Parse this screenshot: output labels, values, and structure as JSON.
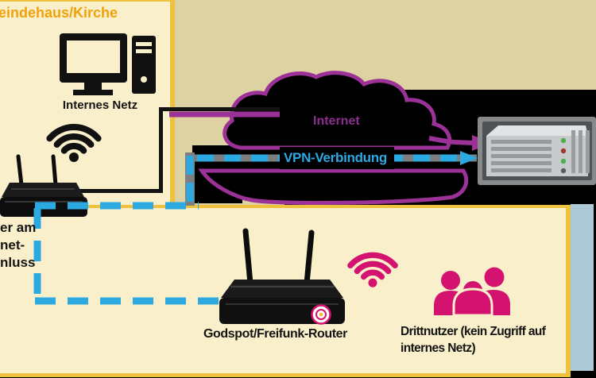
{
  "diagram": {
    "church_panel": {
      "title": "eindehaus/Kirche",
      "computer_label": "Internes Netz",
      "router_label_line1": "er am",
      "router_label_line2": "net-",
      "router_label_line3": "nluss"
    },
    "internet_cloud": {
      "label": "Internet"
    },
    "vpn_line": {
      "label": "VPN-Verbindung"
    },
    "guest_panel": {
      "router_label": "Godspot/Freifunk-Router",
      "users_label_line1": "Drittnutzer (kein Zugriff auf",
      "users_label_line2": "internes Netz)"
    },
    "icons": {
      "desktop_computer": "desktop-computer-icon",
      "wifi_black": "wifi-icon",
      "internet_router": "router-icon",
      "cloud": "cloud-shape",
      "server": "server-icon",
      "godspot_router": "router-icon",
      "wifi_pink": "wifi-icon",
      "users_group": "users-group-icon",
      "vpn_arrow": "arrow-right-icon"
    },
    "colors": {
      "background": "#000000",
      "panel_cream": "#f9efca",
      "backdrop_tan": "#ded2a2",
      "border_gold": "#eec23f",
      "title_orange": "#f0a20c",
      "purple": "#9c3198",
      "vpn_blue": "#2da9e1",
      "casing_gray": "#7c7e80",
      "magenta": "#d41370",
      "side_strip_bluegray": "#aec9d6"
    }
  }
}
